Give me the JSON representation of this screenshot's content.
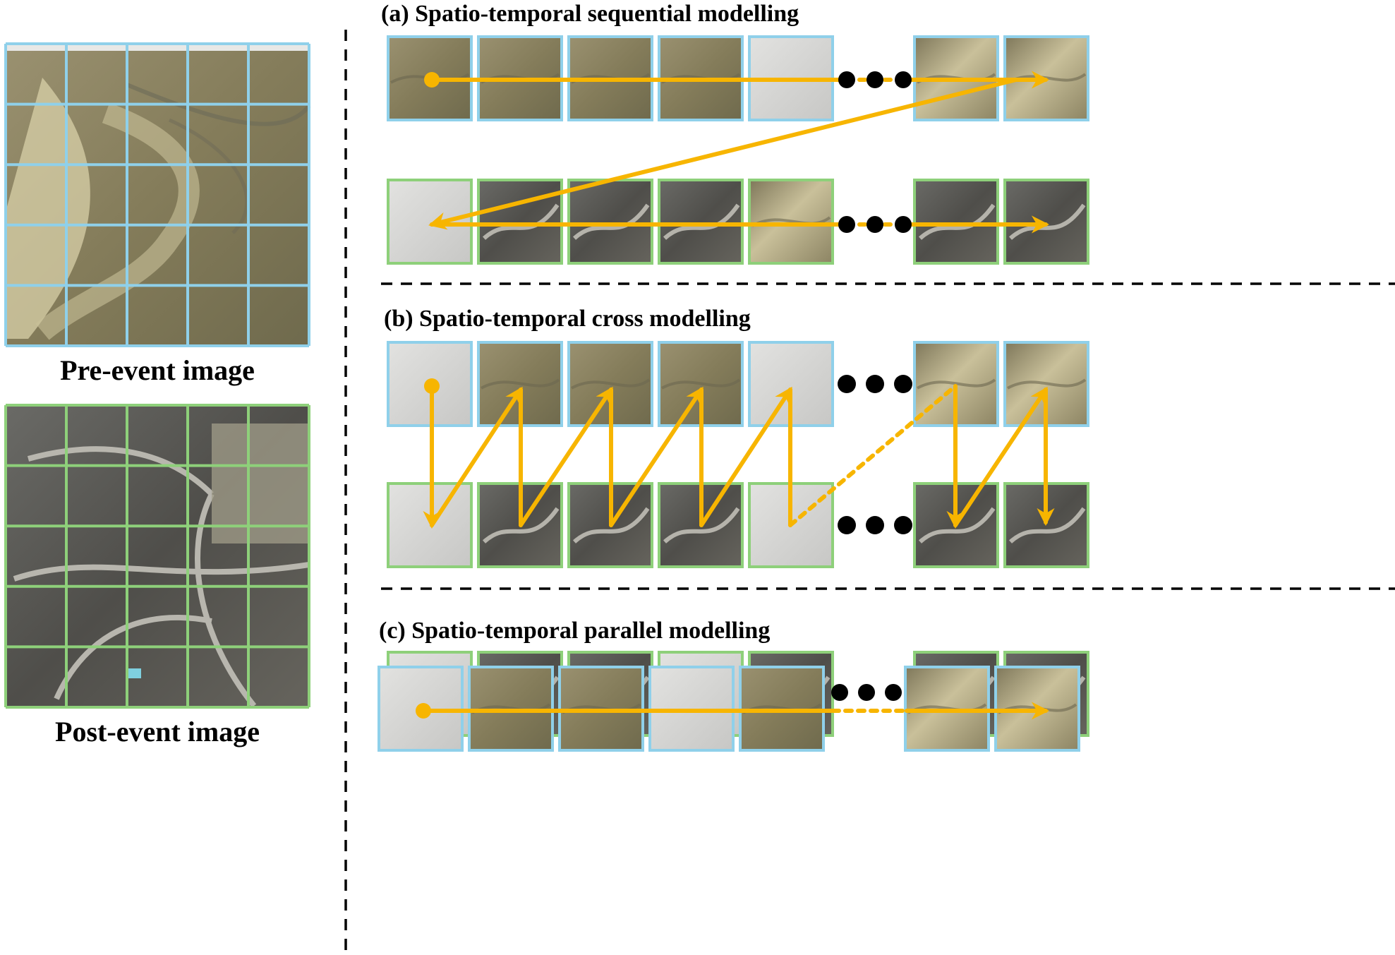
{
  "left_panel": {
    "pre_event_label": "Pre-event image",
    "post_event_label": "Post-event image",
    "grid_rows": 5,
    "grid_cols": 5
  },
  "sections": {
    "a": {
      "title": "(a) Spatio-temporal sequential modelling"
    },
    "b": {
      "title": "(b) Spatio-temporal cross modelling"
    },
    "c": {
      "title": "(c) Spatio-temporal parallel modelling"
    }
  },
  "colors": {
    "pre_border": "#8fd0ea",
    "post_border": "#8ed07a",
    "arrow": "#f7b500",
    "terrain": "#8b8360",
    "urban": "#5e5c55",
    "faded": "#d4d4d2"
  }
}
